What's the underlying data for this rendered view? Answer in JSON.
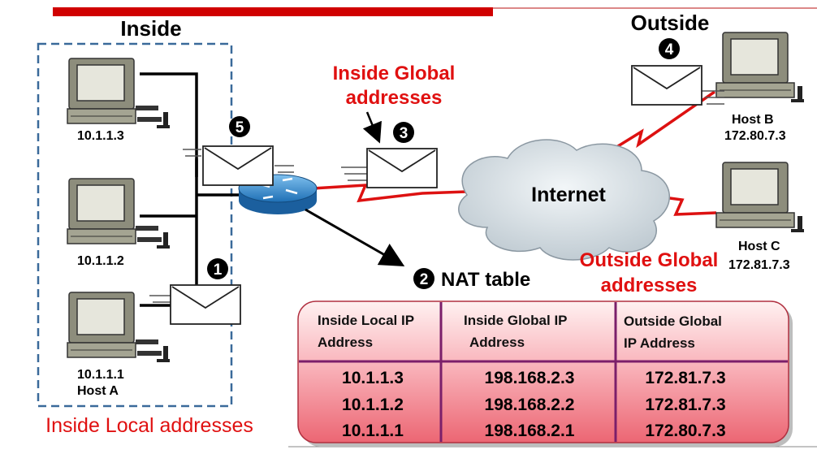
{
  "regions": {
    "inside_title": "Inside",
    "outside_title": "Outside",
    "inside_local_label": "Inside Local addresses",
    "inside_global_line1": "Inside Global",
    "inside_global_line2": "addresses",
    "outside_global_line1": "Outside Global",
    "outside_global_line2": "addresses",
    "internet_label": "Internet"
  },
  "hosts": {
    "inside_1": "10.1.1.3",
    "inside_2": "10.1.1.2",
    "inside_3_ip": "10.1.1.1",
    "inside_3_name": "Host A",
    "host_b_name": "Host B",
    "host_b_ip": "172.80.7.3",
    "host_c_name": "Host C",
    "host_c_ip": "172.81.7.3"
  },
  "steps": {
    "s1": "1",
    "s2": "2",
    "s3": "3",
    "s4": "4",
    "s5": "5",
    "nat_table_label": "NAT table"
  },
  "table": {
    "headers": [
      [
        "Inside Local IP",
        "Address"
      ],
      [
        "Inside Global IP",
        "Address"
      ],
      [
        "Outside Global",
        "IP Address"
      ]
    ],
    "rows": [
      [
        "10.1.1.3",
        "198.168.2.3",
        "172.81.7.3"
      ],
      [
        "10.1.1.2",
        "198.168.2.2",
        "172.81.7.3"
      ],
      [
        "10.1.1.1",
        "198.168.2.1",
        "172.80.7.3"
      ]
    ]
  },
  "colors": {
    "accent_red": "#d00000",
    "link_red": "#dd1111",
    "inside_box": "#3a6a9a",
    "table_top": "#fff0f0",
    "table_bottom": "#ef6f7a",
    "table_divider": "#7b1f6a"
  }
}
